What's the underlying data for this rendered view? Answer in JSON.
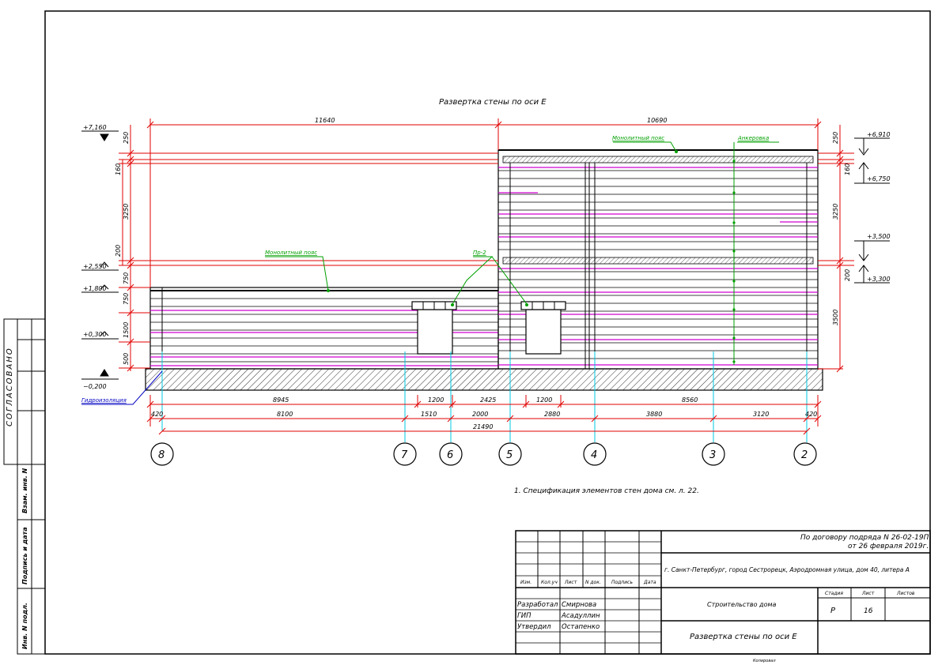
{
  "drawing": {
    "title": "Развертка стены по оси Е",
    "note": "1.     Спецификация элементов стен дома см. л. 22.",
    "dims_top": [
      "11640",
      "10690"
    ],
    "dims_left": [
      "250",
      "160",
      "3250",
      "200",
      "750",
      "750",
      "1500",
      "500"
    ],
    "dims_right": [
      "250",
      "160",
      "3250",
      "200",
      "3500"
    ],
    "levels_left": [
      "+7,160",
      "+2,550",
      "+1,800",
      "+0,300",
      "−0,200"
    ],
    "levels_right": [
      "+6,910",
      "+6,750",
      "+3,500",
      "+3,300"
    ],
    "dims_row1": [
      "8945",
      "1200",
      "2425",
      "1200",
      "8560"
    ],
    "dims_row2": [
      "420",
      "8100",
      "1510",
      "2000",
      "2880",
      "3880",
      "3120",
      "420"
    ],
    "dims_total": "21490",
    "axes": [
      "8",
      "7",
      "6",
      "5",
      "4",
      "3",
      "2"
    ],
    "labels": {
      "monolith_left": "Монолитный пояс",
      "monolith_right": "Монолитный пояс",
      "anchor": "Анкеровка",
      "lintel": "Пр-2",
      "waterproof": "Гидроизоляция"
    }
  },
  "stamp": {
    "agreed": "СОГЛАСОВАНО",
    "inv_repl": "Взам. инв. N",
    "sign_date": "Подпись и дата",
    "inv_orig": "Инв. N подл."
  },
  "title_block": {
    "contract_line1": "По договору подряда N 26-02-19П",
    "contract_line2": "от 26 февраля 2019г.",
    "address": "г. Санкт-Петербург, город Сестрорецк, Аэродромная улица, дом 40, литера А",
    "headers": [
      "Изм.",
      "Кол.уч",
      "Лист",
      "N док.",
      "Подпись",
      "Дата"
    ],
    "roles": [
      {
        "role": "Разработал",
        "name": "Смирнова"
      },
      {
        "role": "ГИП",
        "name": "Асадуллин"
      },
      {
        "role": "Утвердил",
        "name": "Остапенко"
      }
    ],
    "project": "Строительство дома",
    "sheet_title": "Развертка стены по оси Е",
    "stage_label": "Стадия",
    "sheet_label": "Лист",
    "sheets_label": "Листов",
    "stage": "Р",
    "sheet": "16",
    "sheets": "",
    "copied": "Копировал"
  }
}
